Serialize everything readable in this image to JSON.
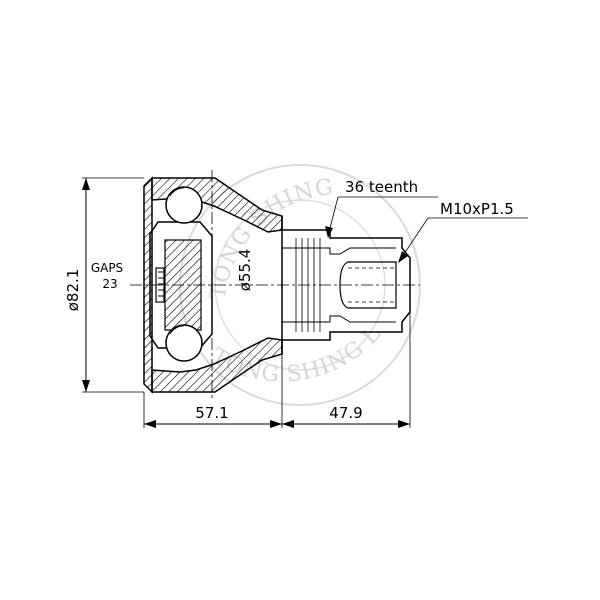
{
  "labels": {
    "teeth": "36 teenth",
    "thread": "M10xP1.5",
    "gaps_title": "GAPS",
    "gaps_value": "23",
    "outer_diameter": "ø82.1",
    "inner_diameter": "ø55.4",
    "length_body": "57.1",
    "length_shaft": "47.9"
  },
  "watermark": {
    "text_top": "TONG SHING",
    "text_bottom": "TONG SHING LONG",
    "color": "#d0d0d0"
  }
}
